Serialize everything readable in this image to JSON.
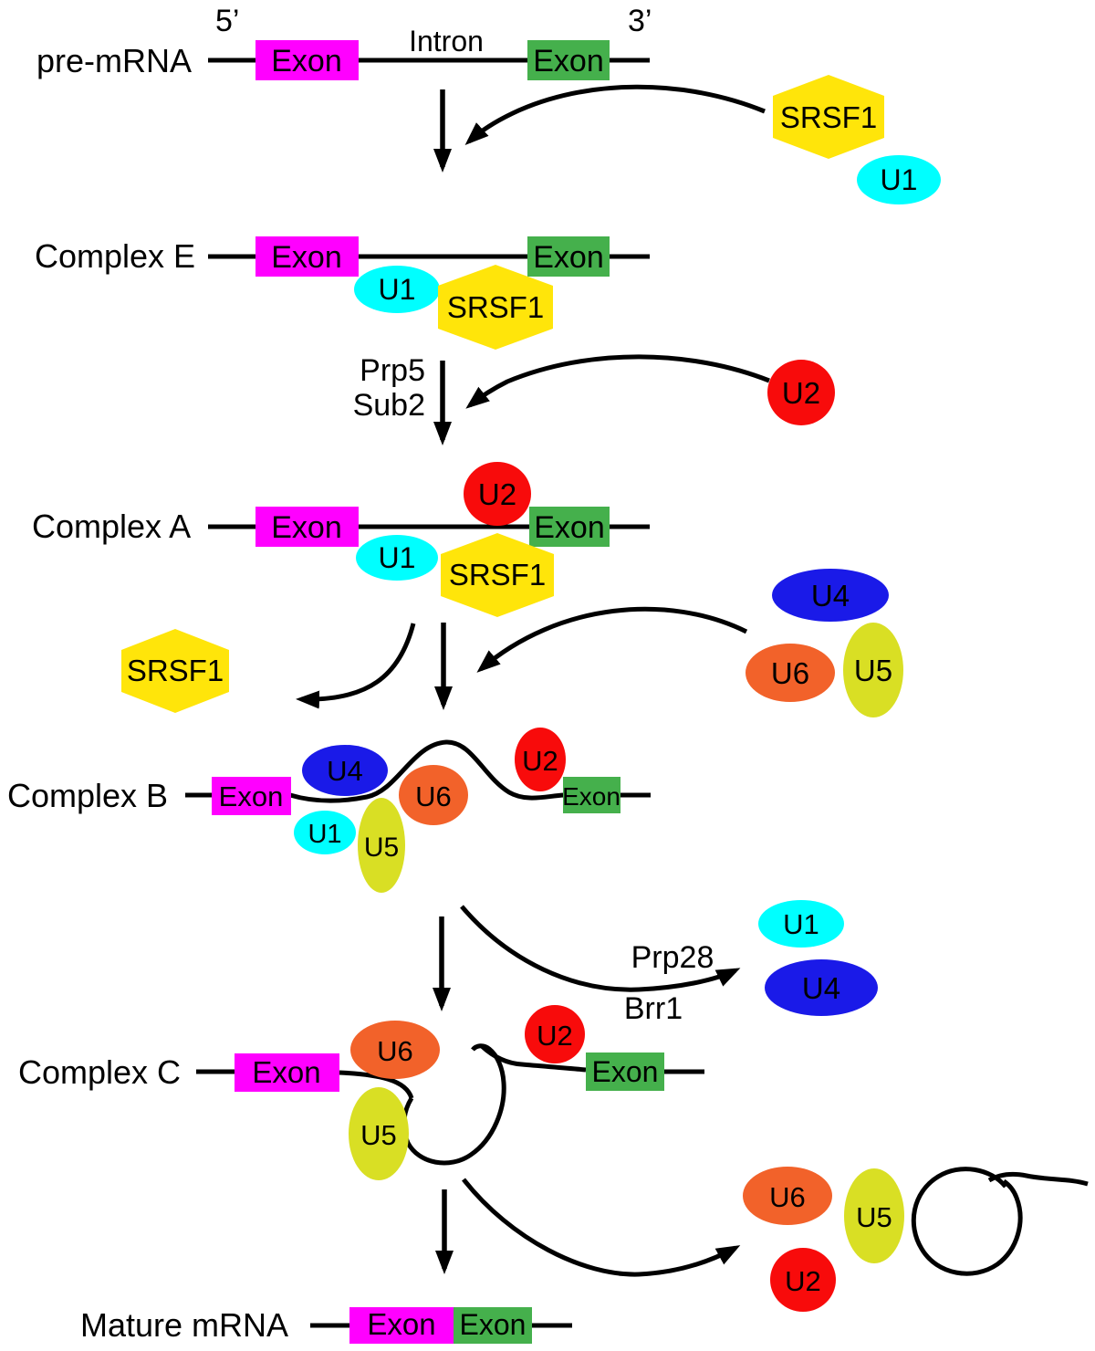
{
  "labels": {
    "pre_mrna": "pre-mRNA",
    "complex_e": "Complex E",
    "complex_a": "Complex A",
    "complex_b": "Complex B",
    "complex_c": "Complex C",
    "mature_mrna": "Mature mRNA",
    "exon": "Exon",
    "intron": "Intron",
    "five_prime": "5’",
    "three_prime": "3’"
  },
  "snrnps": {
    "u1": "U1",
    "u2": "U2",
    "u4": "U4",
    "u5": "U5",
    "u6": "U6"
  },
  "proteins": {
    "srsf1": "SRSF1"
  },
  "factors": {
    "prp5": "Prp5",
    "sub2": "Sub2",
    "prp28": "Prp28",
    "brr1": "Brr1"
  },
  "colors": {
    "exon_5prime": "#FF00FF",
    "exon_3prime": "#45B04C",
    "u1": "#00FFFF",
    "u2": "#F80B0B",
    "u4": "#1A1AE8",
    "u5": "#D9DF24",
    "u6": "#F2622A",
    "srsf1": "#FFE50A",
    "stroke": "#000000"
  }
}
